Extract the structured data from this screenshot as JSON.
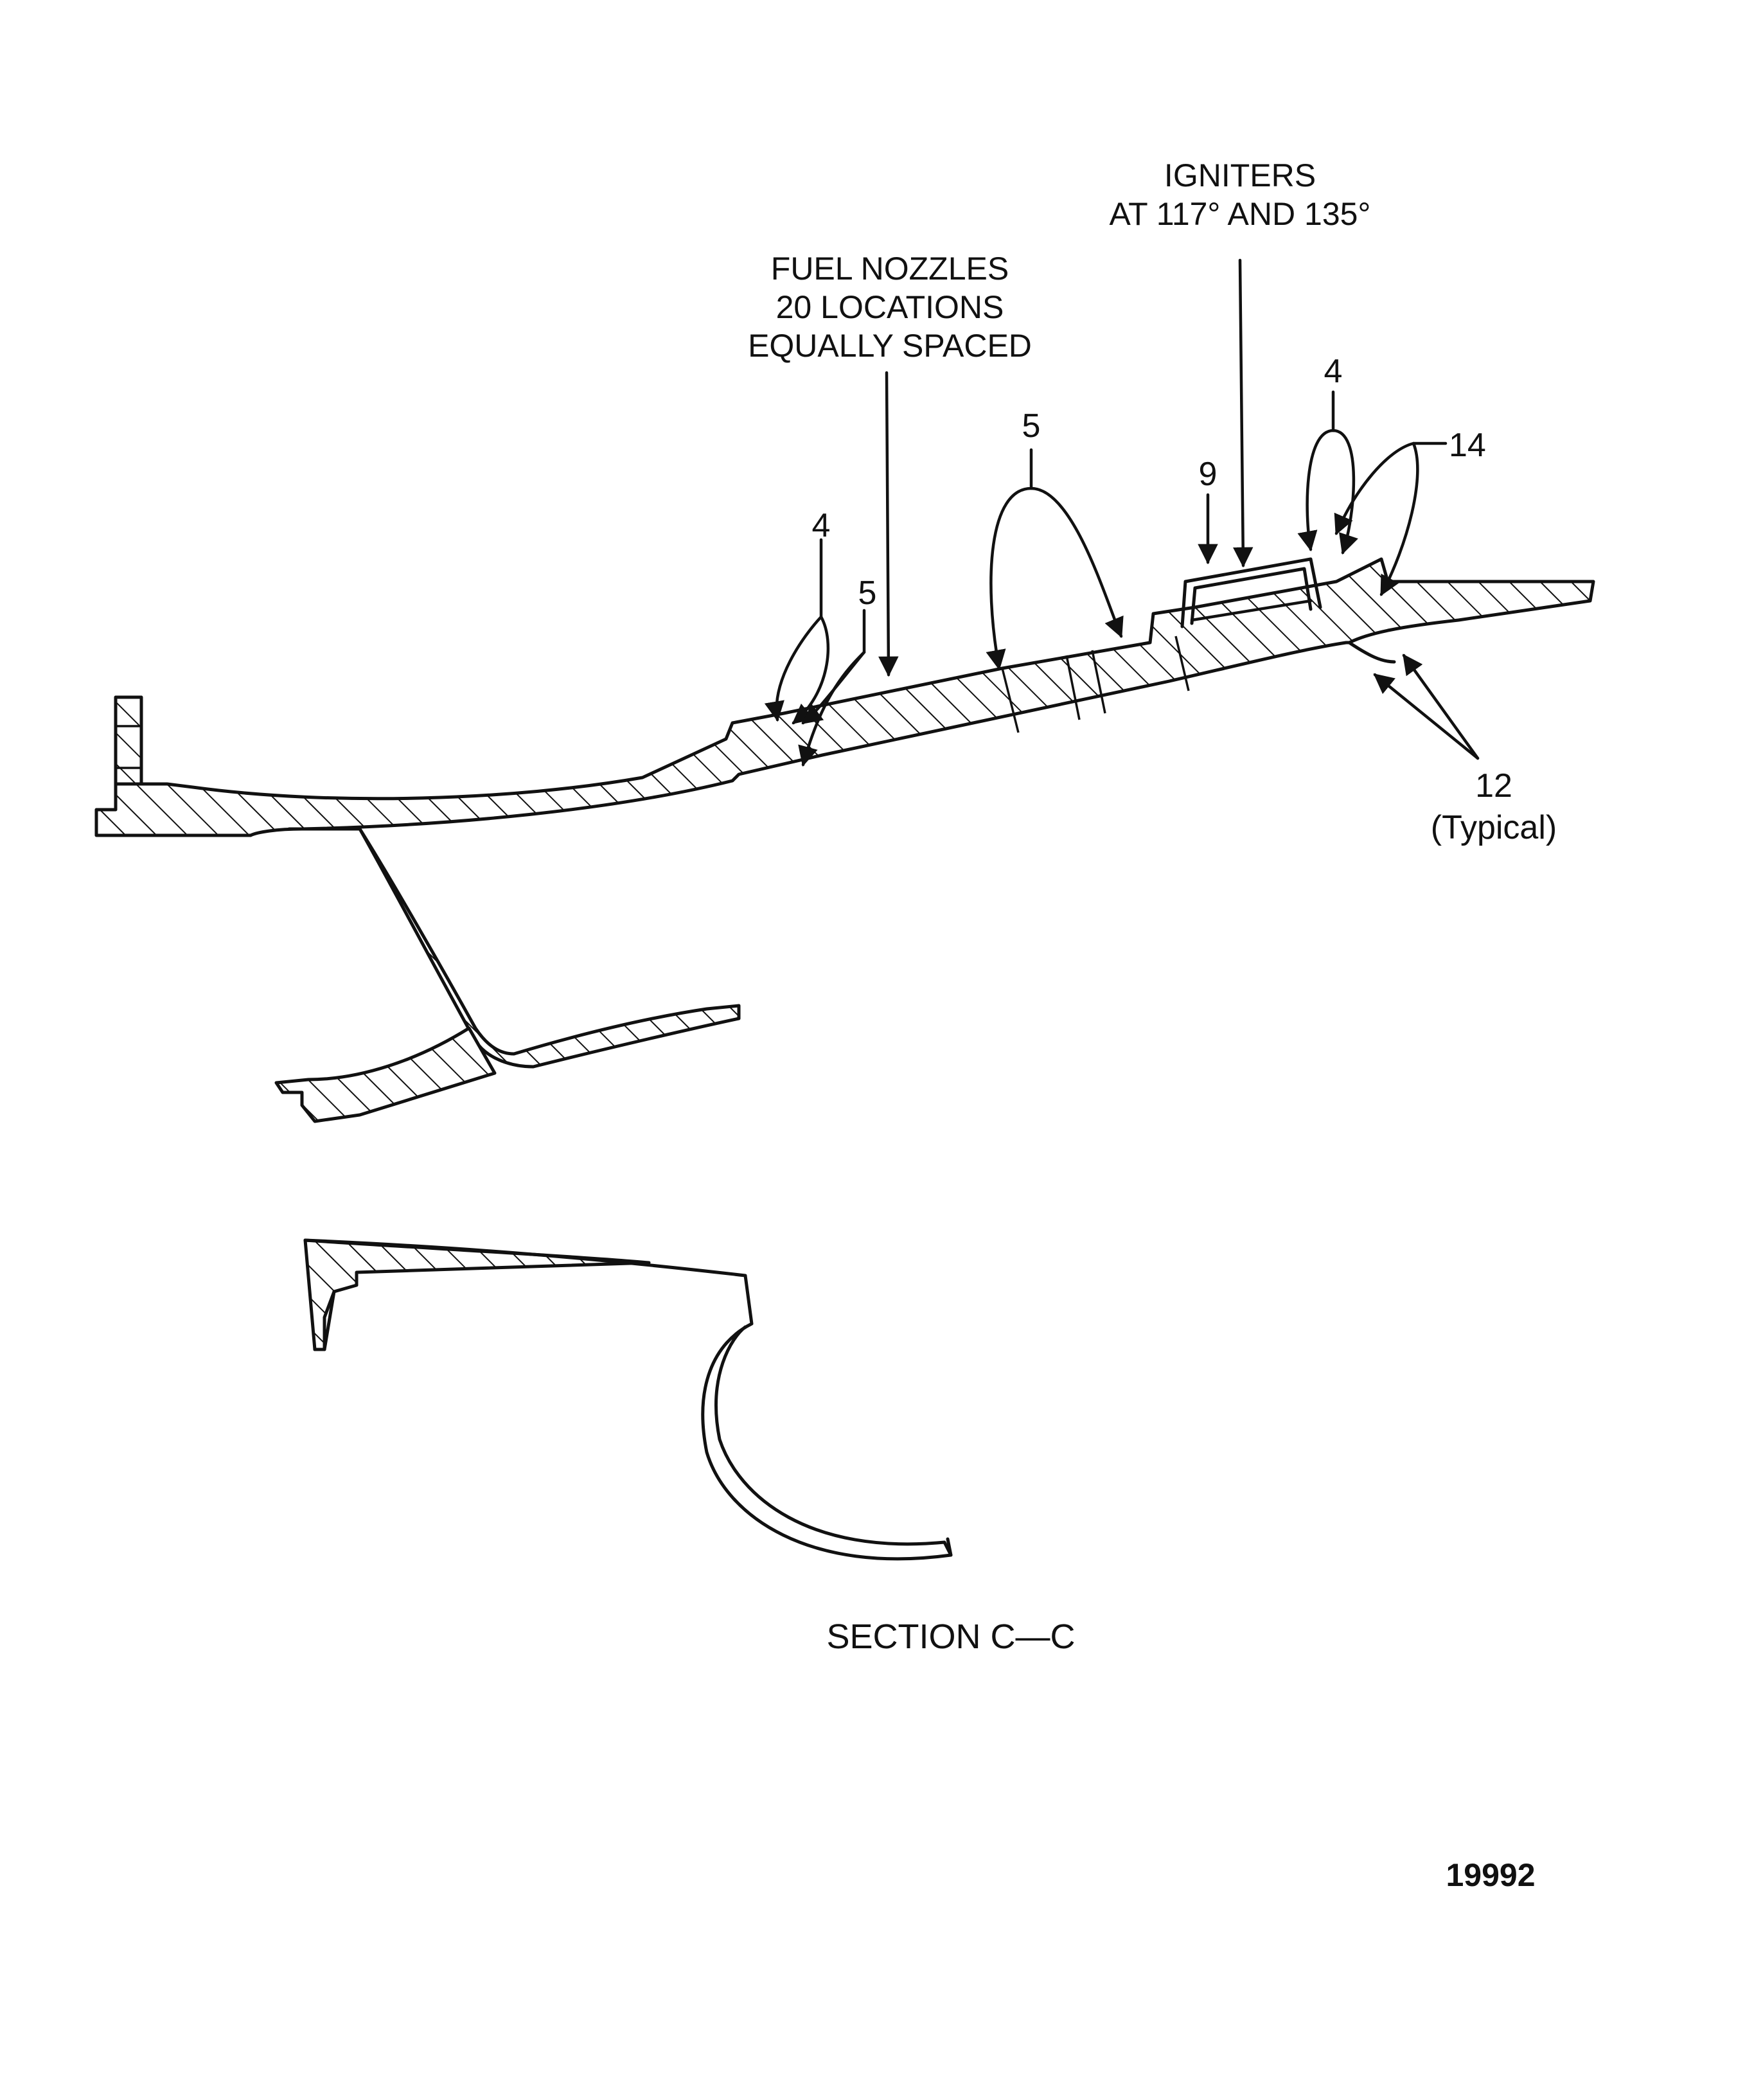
{
  "labels": {
    "igniters": [
      "IGNITERS",
      "AT 117° AND 135°"
    ],
    "fuel_nozzles": [
      "FUEL NOZZLES",
      "20 LOCATIONS",
      "EQUALLY SPACED"
    ],
    "callout_4_left": "4",
    "callout_5_left": "5",
    "callout_5_mid": "5",
    "callout_9": "9",
    "callout_4_right": "4",
    "callout_14": "14",
    "callout_12": "12",
    "callout_12_note": "(Typical)"
  },
  "caption": "SECTION C—C",
  "figure_number": "19992",
  "colors": {
    "ink": "#111111",
    "paper": "#ffffff"
  }
}
